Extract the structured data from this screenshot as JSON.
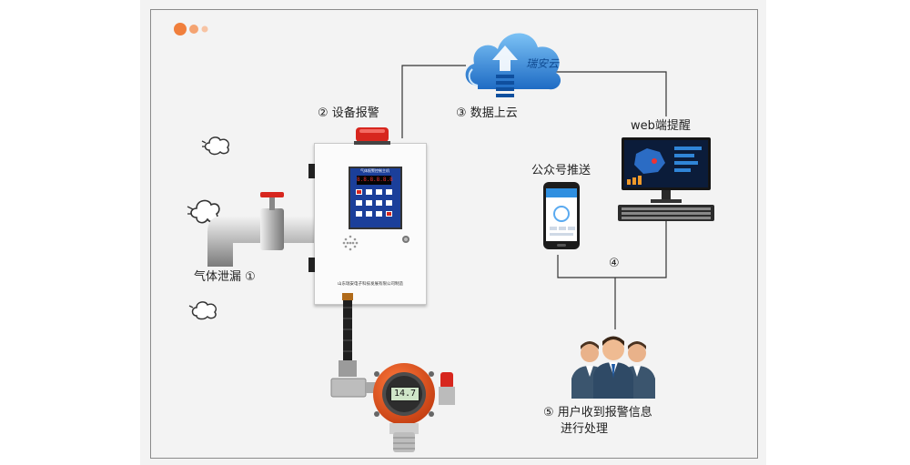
{
  "cloud": {
    "label": "瑞安云"
  },
  "labels": {
    "step2": "② 设备报警",
    "step3": "③ 数据上云",
    "web": "web端提醒",
    "wechat": "公众号推送",
    "step1": "气体泄漏 ①",
    "step4": "④",
    "step5_line1": "⑤ 用户收到报警信息",
    "step5_line2": "进行处理"
  },
  "controller": {
    "screen_title": "气体报警控制主机",
    "display_value": "8.8.8.8.8.8",
    "footer": "山东瑞安电子科技发展有限公司制造"
  },
  "detector": {
    "reading": "14.7"
  },
  "colors": {
    "accent_orange": "#f07f3c",
    "cloud_blue": "#2f7fd6",
    "line": "#333333",
    "detector_orange": "#e8521e",
    "alarm_red": "#d7261e"
  }
}
